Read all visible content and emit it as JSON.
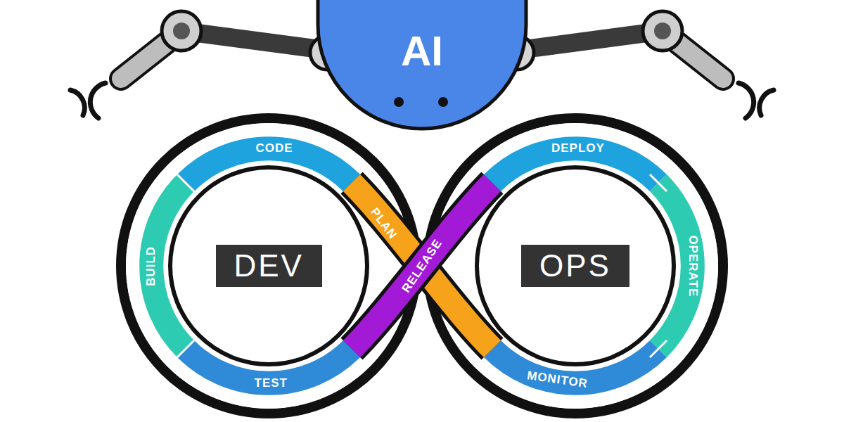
{
  "diagram": {
    "nodes": [
      {
        "text": [
          "AI"
        ]
      },
      {
        "text": [
          "CODE"
        ]
      },
      {
        "text": [
          "BUILD"
        ]
      },
      {
        "text": [
          "TEST"
        ]
      },
      {
        "text": [
          "DEV"
        ]
      },
      {
        "text": [
          "PLAN"
        ]
      },
      {
        "text": [
          "RELEASE"
        ]
      },
      {
        "text": [
          "DEPLOY"
        ]
      },
      {
        "text": [
          "OPERATE"
        ]
      },
      {
        "text": [
          "MONITOR"
        ]
      },
      {
        "text": [
          "OPS"
        ]
      }
    ]
  }
}
